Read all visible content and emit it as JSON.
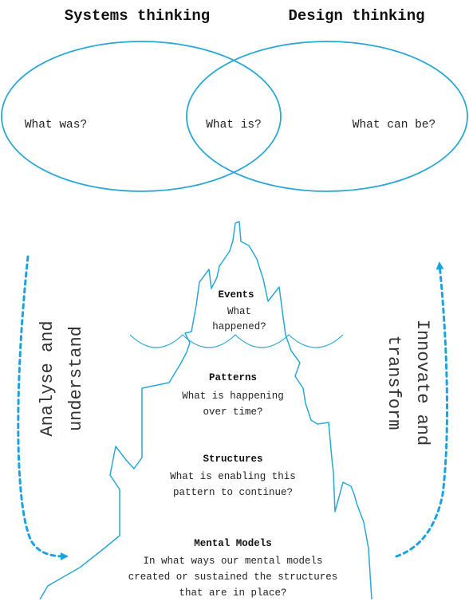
{
  "headings": {
    "left": "Systems thinking",
    "right": "Design thinking"
  },
  "venn": {
    "left_label": "What was?",
    "center_label": "What is?",
    "right_label": "What can be?"
  },
  "side": {
    "left_line1": "Analyse and",
    "left_line2": "understand",
    "right_line1": "Innovate and",
    "right_line2": "transform"
  },
  "layers": {
    "events": {
      "title": "Events",
      "line1": "What",
      "line2": "happened?"
    },
    "patterns": {
      "title": "Patterns",
      "line1": "What is happening",
      "line2": "over time?"
    },
    "structures": {
      "title": "Structures",
      "line1": "What is enabling this",
      "line2": "pattern to continue?"
    },
    "mental_models": {
      "title": "Mental Models",
      "line1": "In what ways our mental models",
      "line2": "created or sustained the structures",
      "line3": "that are in place?"
    }
  },
  "colors": {
    "outline": "#2aa8d4",
    "arrow": "#1aa3e0",
    "text": "#222222"
  },
  "icons": {
    "left_arrow": "dotted-curved-arrow-down-icon",
    "right_arrow": "dotted-curved-arrow-up-icon"
  }
}
